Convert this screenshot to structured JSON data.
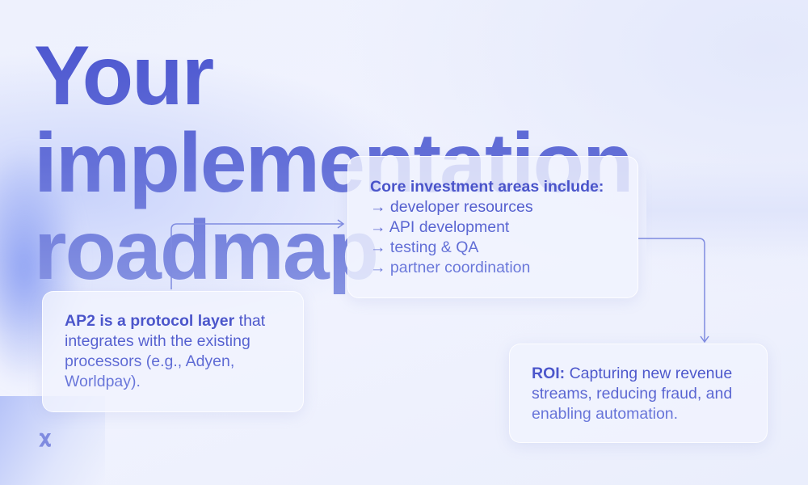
{
  "title": {
    "line1": "Your implementation",
    "line2": "roadmap"
  },
  "boxes": {
    "protocol": {
      "bold": "AP2 is a protocol layer",
      "text": " that integrates with the existing processors (e.g., Adyen, Worldpay)."
    },
    "investment": {
      "heading": "Core investment areas include:",
      "items": [
        "→ developer resources",
        "→ API development",
        "→ testing & QA",
        "→ partner coordination"
      ]
    },
    "roi": {
      "bold": "ROI:",
      "text": " Capturing new revenue streams, reducing fraud, and enabling automation."
    }
  },
  "logo": "x",
  "colors": {
    "accent": "#4b55cf",
    "accent_light": "#8693e2",
    "background": "#eef1fd"
  }
}
